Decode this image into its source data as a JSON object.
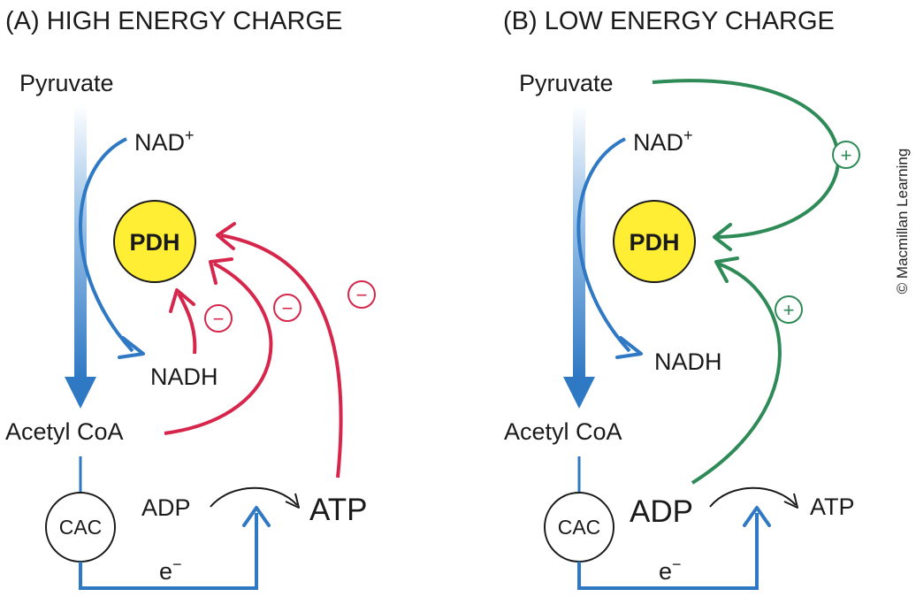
{
  "panel_a": {
    "title": "(A) HIGH ENERGY CHARGE",
    "pyruvate": "Pyruvate",
    "nad": "NAD",
    "nad_sup": "+",
    "pdh": "PDH",
    "nadh": "NADH",
    "acetyl_coa": "Acetyl CoA",
    "cac": "CAC",
    "adp": "ADP",
    "atp": "ATP",
    "electron": "e",
    "electron_sup": "−",
    "sign": "−"
  },
  "panel_b": {
    "title": "(B) LOW ENERGY CHARGE",
    "pyruvate": "Pyruvate",
    "nad": "NAD",
    "nad_sup": "+",
    "pdh": "PDH",
    "nadh": "NADH",
    "acetyl_coa": "Acetyl CoA",
    "cac": "CAC",
    "adp": "ADP",
    "atp": "ATP",
    "electron": "e",
    "electron_sup": "−",
    "sign": "+"
  },
  "copyright": "© Macmillan Learning",
  "colors": {
    "inhibition": "#d6264b",
    "activation": "#2e8b57",
    "blue": "#2f78c4",
    "pdh_fill": "#ffee33"
  }
}
